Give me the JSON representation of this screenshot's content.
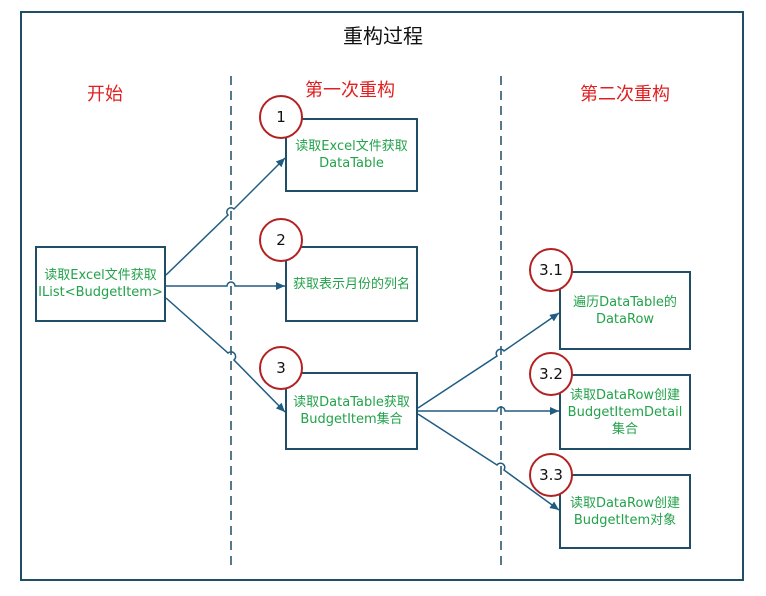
{
  "title": "重构过程",
  "stages": [
    "开始",
    "第一次重构",
    "第二次重构"
  ],
  "nodes": {
    "start": "读取Excel文件获取IList<BudgetItem>",
    "n1": "读取Excel文件获取DataTable",
    "n2": "获取表示月份的列名",
    "n3": "读取DataTable获取BudgetItem集合",
    "n31": "遍历DataTable的DataRow",
    "n32": "读取DataRow创建BudgetItemDetail集合",
    "n33": "读取DataRow创建BudgetItem对象"
  },
  "steps": {
    "s1": "1",
    "s2": "2",
    "s3": "3",
    "s31": "3.1",
    "s32": "3.2",
    "s33": "3.3"
  },
  "colors": {
    "stage_text": "#e02020",
    "node_text": "#22a24a",
    "border": "#1f4e66",
    "circle": "#b22222",
    "arrow": "#1f5c82"
  }
}
